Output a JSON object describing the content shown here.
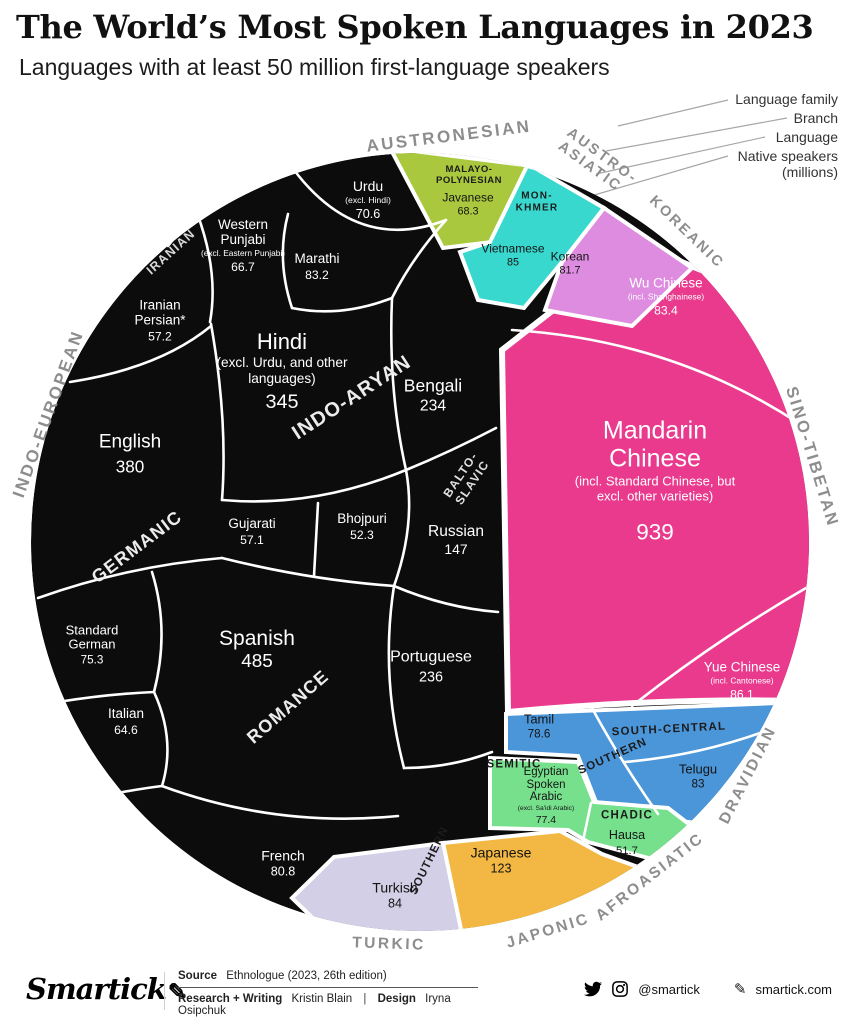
{
  "header": {
    "title": "The World’s Most Spoken Languages in 2023",
    "subtitle": "Languages with at least 50 million first-language speakers"
  },
  "legend": {
    "family": "Language family",
    "branch": "Branch",
    "language": "Language",
    "speakers": "Native speakers",
    "speakers_unit": "(millions)"
  },
  "chart_data": {
    "type": "voronoi_treemap",
    "title": "The World’s Most Spoken Languages in 2023",
    "value_unit": "native speakers (millions)",
    "families": [
      {
        "name": "INDO-EUROPEAN",
        "color": "#0c0c0c"
      },
      {
        "name": "AUSTRONESIAN",
        "color": "#a9c83d"
      },
      {
        "name": "AUSTRO-ASIATIC",
        "color": "#38d8cf"
      },
      {
        "name": "KOREANIC",
        "color": "#dd8ce0"
      },
      {
        "name": "SINO-TIBETAN",
        "color": "#e93a8e"
      },
      {
        "name": "DRAVIDIAN",
        "color": "#4b95d9"
      },
      {
        "name": "AFROASIATIC",
        "color": "#77e08d"
      },
      {
        "name": "JAPONIC",
        "color": "#f2b843"
      },
      {
        "name": "TURKIC",
        "color": "#d2cfe6"
      }
    ],
    "branches": [
      {
        "name": "IRANIAN",
        "family": "INDO-EUROPEAN"
      },
      {
        "name": "INDO-ARYAN",
        "family": "INDO-EUROPEAN"
      },
      {
        "name": "GERMANIC",
        "family": "INDO-EUROPEAN"
      },
      {
        "name": "BALTO-SLAVIC",
        "family": "INDO-EUROPEAN"
      },
      {
        "name": "ROMANCE",
        "family": "INDO-EUROPEAN"
      },
      {
        "name": "MALAYO-POLYNESIAN",
        "family": "AUSTRONESIAN"
      },
      {
        "name": "MON-KHMER",
        "family": "AUSTRO-ASIATIC"
      },
      {
        "name": "SOUTH-CENTRAL",
        "family": "DRAVIDIAN"
      },
      {
        "name": "SOUTHERN",
        "family": "DRAVIDIAN"
      },
      {
        "name": "SEMITIC",
        "family": "AFROASIATIC"
      },
      {
        "name": "CHADIC",
        "family": "AFROASIATIC"
      },
      {
        "name": "SOUTHERN",
        "family": "TURKIC"
      }
    ],
    "languages": [
      {
        "name": "Urdu",
        "note": "(excl. Hindi)",
        "value": 70.6,
        "family": "INDO-EUROPEAN",
        "branch": "INDO-ARYAN"
      },
      {
        "name": "Western Punjabi",
        "note": "(excl. Eastern Punjabi)",
        "value": 66.7,
        "family": "INDO-EUROPEAN",
        "branch": "INDO-ARYAN"
      },
      {
        "name": "Marathi",
        "value": 83.2,
        "family": "INDO-EUROPEAN",
        "branch": "INDO-ARYAN"
      },
      {
        "name": "Iranian Persian*",
        "value": 57.2,
        "family": "INDO-EUROPEAN",
        "branch": "IRANIAN"
      },
      {
        "name": "Hindi",
        "note": "(excl. Urdu, and other languages)",
        "value": 345,
        "family": "INDO-EUROPEAN",
        "branch": "INDO-ARYAN"
      },
      {
        "name": "Bengali",
        "value": 234,
        "family": "INDO-EUROPEAN",
        "branch": "INDO-ARYAN"
      },
      {
        "name": "English",
        "value": 380,
        "family": "INDO-EUROPEAN",
        "branch": "GERMANIC"
      },
      {
        "name": "Gujarati",
        "value": 57.1,
        "family": "INDO-EUROPEAN",
        "branch": "INDO-ARYAN"
      },
      {
        "name": "Bhojpuri",
        "value": 52.3,
        "family": "INDO-EUROPEAN",
        "branch": "INDO-ARYAN"
      },
      {
        "name": "Russian",
        "value": 147,
        "family": "INDO-EUROPEAN",
        "branch": "BALTO-SLAVIC"
      },
      {
        "name": "Standard German",
        "value": 75.3,
        "family": "INDO-EUROPEAN",
        "branch": "GERMANIC"
      },
      {
        "name": "Spanish",
        "value": 485,
        "family": "INDO-EUROPEAN",
        "branch": "ROMANCE"
      },
      {
        "name": "Portuguese",
        "value": 236,
        "family": "INDO-EUROPEAN",
        "branch": "ROMANCE"
      },
      {
        "name": "Italian",
        "value": 64.6,
        "family": "INDO-EUROPEAN",
        "branch": "ROMANCE"
      },
      {
        "name": "French",
        "value": 80.8,
        "family": "INDO-EUROPEAN",
        "branch": "ROMANCE"
      },
      {
        "name": "Javanese",
        "value": 68.3,
        "family": "AUSTRONESIAN",
        "branch": "MALAYO-POLYNESIAN"
      },
      {
        "name": "Vietnamese",
        "value": 85,
        "family": "AUSTRO-ASIATIC",
        "branch": "MON-KHMER"
      },
      {
        "name": "Korean",
        "value": 81.7,
        "family": "KOREANIC",
        "branch": ""
      },
      {
        "name": "Wu Chinese",
        "note": "(incl. Shanghainese)",
        "value": 83.4,
        "family": "SINO-TIBETAN",
        "branch": ""
      },
      {
        "name": "Mandarin Chinese",
        "note": "(incl. Standard Chinese, but excl. other varieties)",
        "value": 939,
        "family": "SINO-TIBETAN",
        "branch": ""
      },
      {
        "name": "Yue Chinese",
        "note": "(incl. Cantonese)",
        "value": 86.1,
        "family": "SINO-TIBETAN",
        "branch": ""
      },
      {
        "name": "Tamil",
        "value": 78.6,
        "family": "DRAVIDIAN",
        "branch": "SOUTHERN"
      },
      {
        "name": "Telugu",
        "value": 83,
        "family": "DRAVIDIAN",
        "branch": "SOUTH-CENTRAL"
      },
      {
        "name": "Egyptian Spoken Arabic",
        "note": "(excl. Sa'idi Arabic)",
        "value": 77.4,
        "family": "AFROASIATIC",
        "branch": "SEMITIC"
      },
      {
        "name": "Hausa",
        "value": 51.7,
        "family": "AFROASIATIC",
        "branch": "CHADIC"
      },
      {
        "name": "Japanese",
        "value": 123,
        "family": "JAPONIC",
        "branch": ""
      },
      {
        "name": "Turkish",
        "value": 84,
        "family": "TURKIC",
        "branch": "SOUTHERN"
      }
    ]
  },
  "footer": {
    "logo": "Smartick",
    "source_label": "Source",
    "source": "Ethnologue (2023, 26th edition)",
    "writing_label": "Research + Writing",
    "writing": "Kristin Blain",
    "divider": "|",
    "design_label": "Design",
    "design": "Iryna Osipchuk",
    "handle": "@smartick",
    "website": "smartick.com"
  }
}
